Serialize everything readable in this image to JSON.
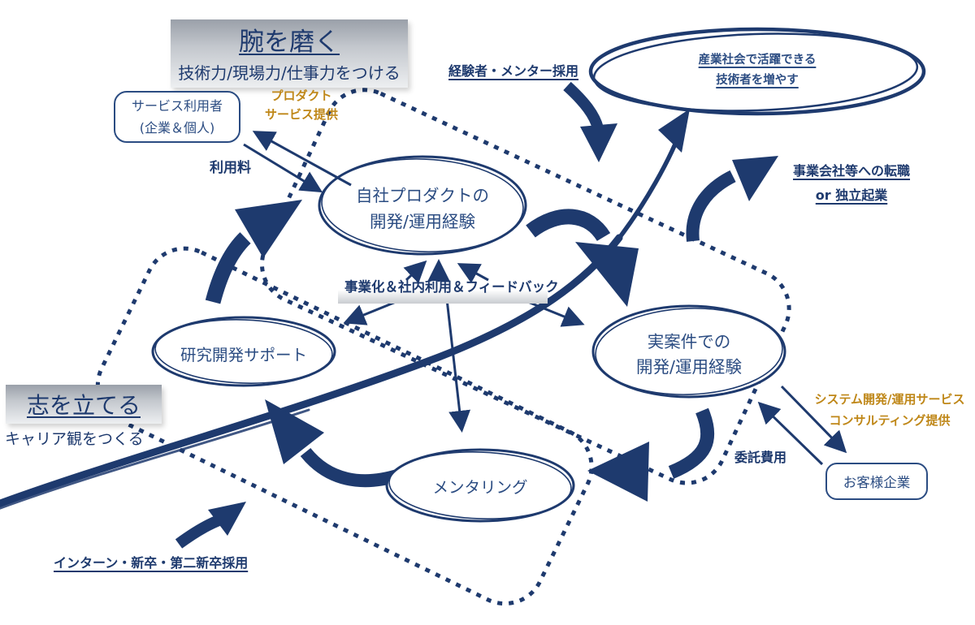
{
  "diagram": {
    "phases": {
      "skill": {
        "title": "腕を磨く",
        "subtitle": "技術力/現場力/仕事力をつける"
      },
      "aspiration": {
        "title": "志を立てる",
        "subtitle": "キャリア観をつくる"
      }
    },
    "goal": {
      "line1": "産業社会で活躍できる",
      "line2": "技術者を増やす"
    },
    "nodes": {
      "own_product": {
        "line1": "自社プロダクトの",
        "line2": "開発/運用経験"
      },
      "rnd_support": {
        "label": "研究開発サポート"
      },
      "real_project": {
        "line1": "実案件での",
        "line2": "開発/運用経験"
      },
      "mentoring": {
        "label": "メンタリング"
      }
    },
    "boxes": {
      "service_user": {
        "line1": "サービス利用者",
        "line2": "(企業＆個人)"
      },
      "customer": {
        "label": "お客様企業"
      }
    },
    "labels": {
      "product_service": {
        "line1": "プロダクト",
        "line2": "サービス提供"
      },
      "usage_fee": "利用料",
      "experienced_recruiting": "経験者・メンター採用",
      "career_change": {
        "line1": "事業会社等への転職",
        "line2": "or 独立起業"
      },
      "feedback": "事業化＆社内利用＆フィードバック",
      "consulting": {
        "line1": "システム開発/運用サービス",
        "line2": "コンサルティング提供"
      },
      "outsourcing_fee": "委託費用",
      "intern_recruiting": "インターン・新卒・第二新卒採用"
    },
    "colors": {
      "navy": "#1e3a6e",
      "text_navy": "#2b4c82",
      "orange": "#bf8718"
    }
  }
}
